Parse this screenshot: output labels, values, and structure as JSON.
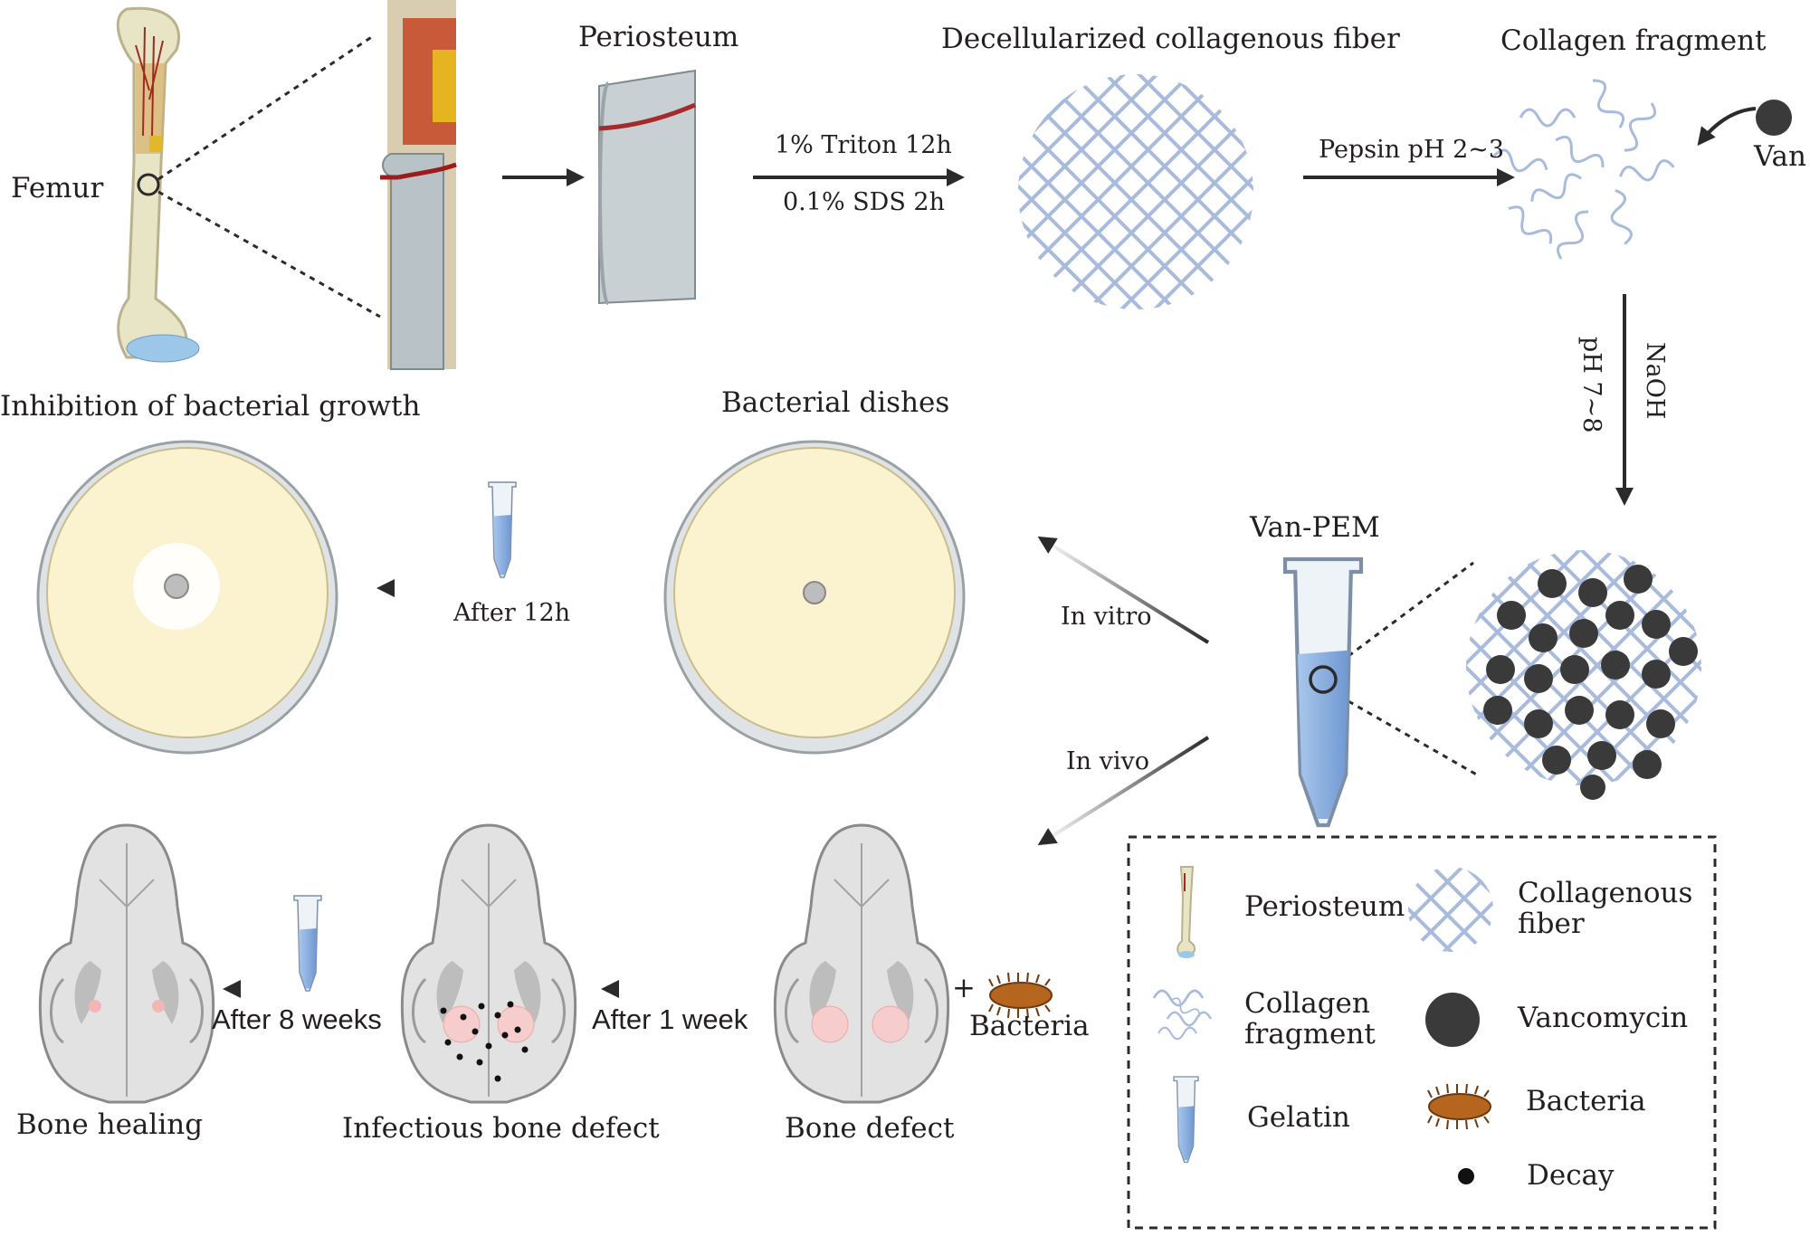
{
  "top": {
    "femur": "Femur",
    "periosteum": "Periosteum",
    "decell": "Decellularized collagenous fiber",
    "fragment": "Collagen fragment",
    "van": "Van",
    "triton": "1% Triton 12h",
    "sds": "0.1% SDS 2h",
    "pepsin": "Pepsin pH 2~3",
    "naoh": "NaOH",
    "ph78": "pH 7~8"
  },
  "middle": {
    "inhibition": "Inhibition of bacterial growth",
    "dishes": "Bacterial dishes",
    "after12h": "After 12h",
    "vanpem": "Van-PEM",
    "invitro": "In vitro",
    "invivo": "In vivo"
  },
  "bottom": {
    "after8": "After 8 weeks",
    "after1": "After 1 week",
    "plus": "+",
    "bacteria": "Bacteria",
    "healing": "Bone healing",
    "infectious": "Infectious bone defect",
    "defect": "Bone defect"
  },
  "legend": {
    "periosteum": "Periosteum",
    "collagenous1": "Collagenous",
    "collagenous2": "fiber",
    "fragment1": "Collagen",
    "fragment2": "fragment",
    "vancomycin": "Vancomycin",
    "gelatin": "Gelatin",
    "bacteria": "Bacteria",
    "decay": "Decay"
  },
  "colors": {
    "arrow": "#2b2b2b",
    "mesh": "#9fb4d9",
    "vancomycin": "#3a3a3a",
    "gel": "#7fa9dc",
    "dish": "#fbf2cf",
    "bacteria": "#b5651d",
    "vessel": "#a52a2a"
  }
}
